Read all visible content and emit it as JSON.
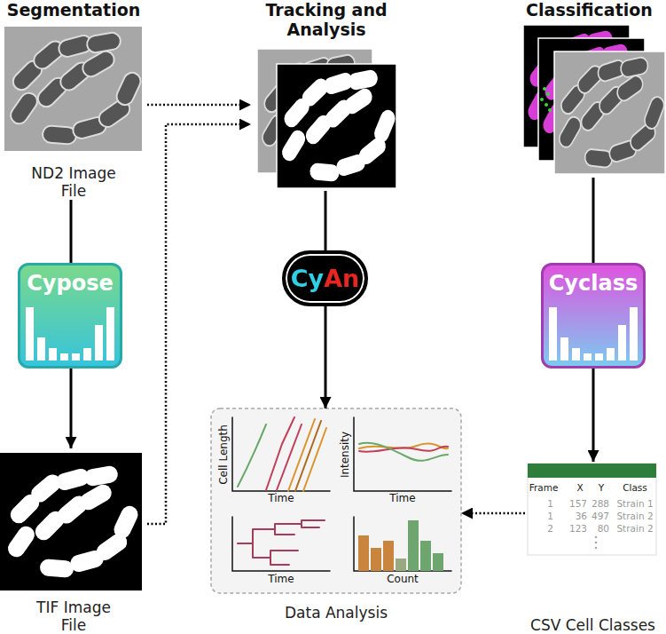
{
  "diagram": {
    "nodes": [
      {
        "text": [
          "Segmentation",
          "ND2 Image File"
        ]
      },
      {
        "text": [
          "Cypose"
        ]
      },
      {
        "text": [
          "TIF Image File"
        ]
      },
      {
        "text": [
          "Tracking and Analysis"
        ]
      },
      {
        "text": [
          "CyAn"
        ]
      },
      {
        "text": [
          "Data Analysis"
        ]
      },
      {
        "text": [
          "Classification"
        ]
      },
      {
        "text": [
          "Cyclass"
        ]
      },
      {
        "text": [
          "CSV Cell Classes"
        ]
      }
    ],
    "edges": [
      {
        "from": 0,
        "to": 1,
        "arrow": "none"
      },
      {
        "from": 1,
        "to": 2,
        "arrow": "to"
      },
      {
        "from": 0,
        "to": 3,
        "arrow": "to"
      },
      {
        "from": 2,
        "to": 3,
        "arrow": "to"
      },
      {
        "from": 3,
        "to": 4,
        "arrow": "none"
      },
      {
        "from": 4,
        "to": 5,
        "arrow": "to"
      },
      {
        "from": 6,
        "to": 7,
        "arrow": "none"
      },
      {
        "from": 7,
        "to": 8,
        "arrow": "to"
      },
      {
        "from": 8,
        "to": 5,
        "arrow": "to"
      }
    ],
    "labels": [
      "Cell Length",
      "Time",
      "Intensity",
      "Time",
      "Time",
      "Count",
      "Frame",
      "X",
      "Y",
      "Class",
      "1",
      "157",
      "288",
      "Strain 1",
      "1",
      "36",
      "497",
      "Strain 2",
      "2",
      "123",
      "80",
      "Strain 2"
    ]
  }
}
